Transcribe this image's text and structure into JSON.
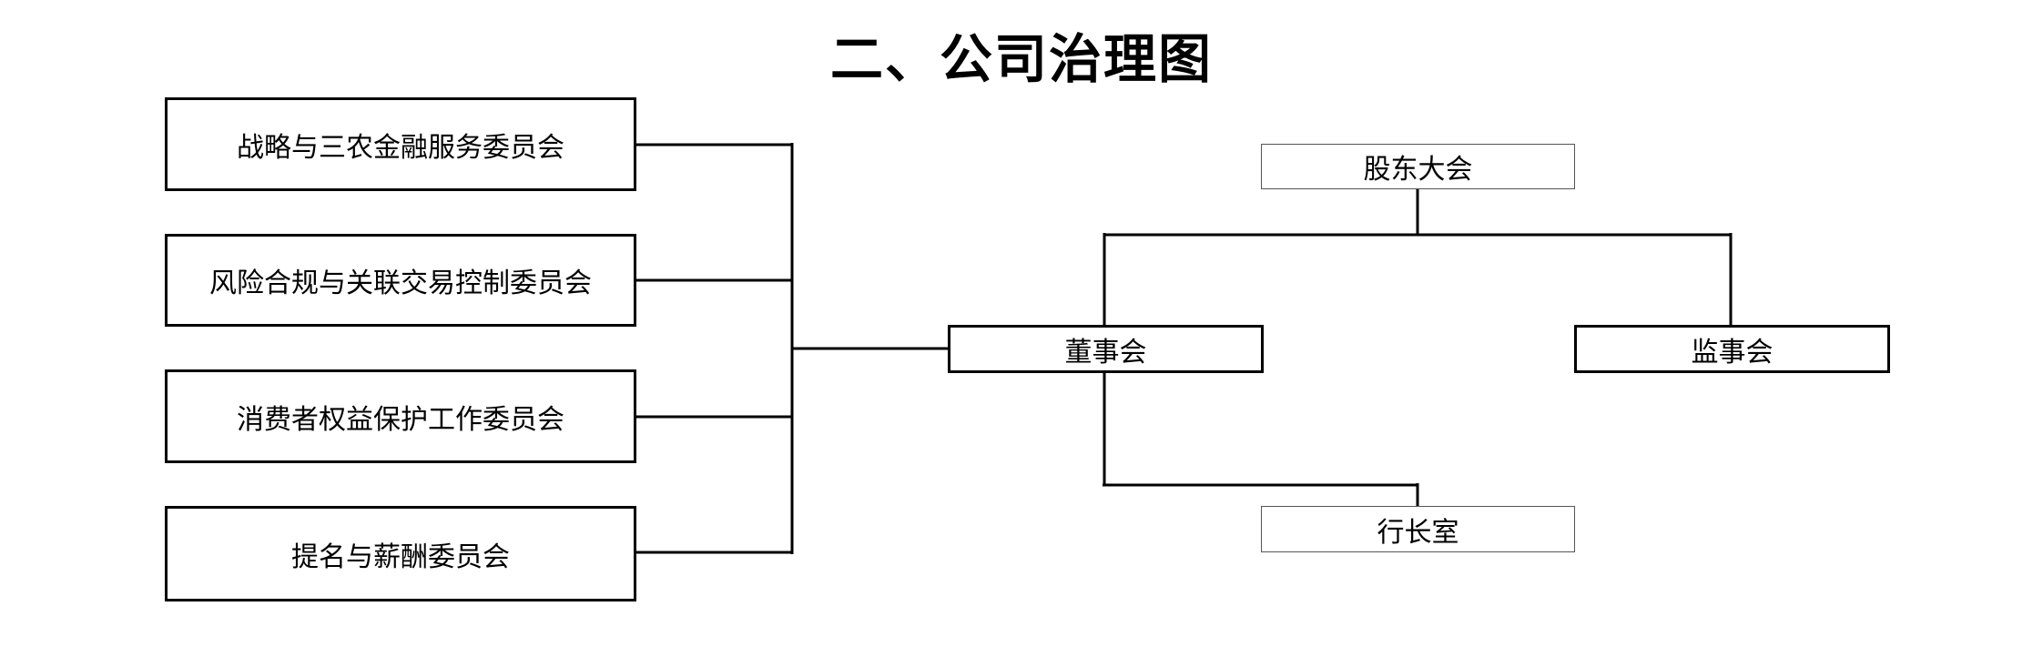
{
  "title": "二、公司治理图",
  "committees": [
    "战略与三农金融服务委员会",
    "风险合规与关联交易控制委员会",
    "消费者权益保护工作委员会",
    "提名与薪酬委员会"
  ],
  "nodes": {
    "shareholders": "股东大会",
    "board": "董事会",
    "supervisors": "监事会",
    "president_office": "行长室"
  }
}
